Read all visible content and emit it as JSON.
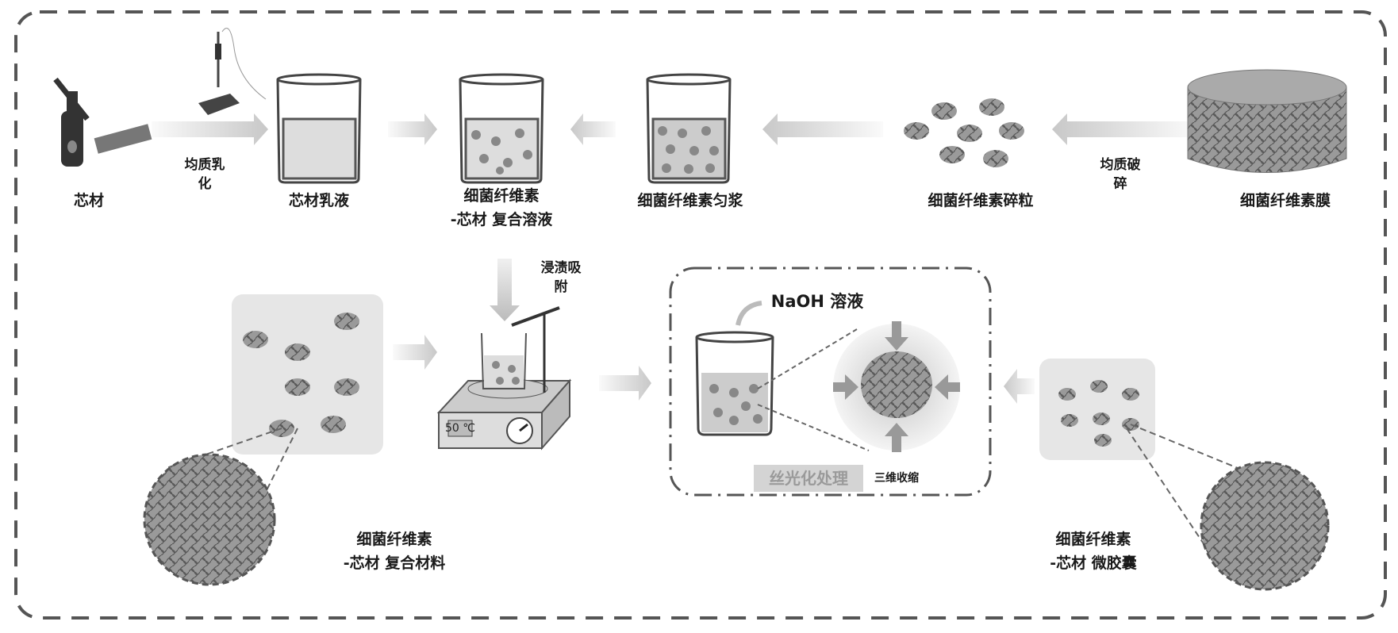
{
  "labels": {
    "core_material": "芯材",
    "homogenize_emulsify": [
      "均质乳",
      "化"
    ],
    "core_emulsion": "芯材乳液",
    "composite_solution": [
      "细菌纤维素",
      "-芯材 复合溶液"
    ],
    "bc_homogenate": "细菌纤维素匀浆",
    "bc_particles": "细菌纤维素碎粒",
    "homogenize_crush": [
      "均质破",
      "碎"
    ],
    "bc_membrane": "细菌纤维素膜",
    "impregnation_adsorption": [
      "浸渍吸",
      "附"
    ],
    "naoh_solution": "NaOH 溶液",
    "mercerization": "丝光化处理",
    "shrinkage_3d": "三维收缩",
    "composite_material": [
      "细菌纤维素",
      "-芯材 复合材料"
    ],
    "microcapsule": [
      "细菌纤维素",
      "-芯材 微胶囊"
    ],
    "hotplate_display": "50 ℃"
  },
  "colors": {
    "line": "#555555",
    "arrow": "#cfcfcf",
    "panel": "#e6e6e6",
    "fiber": "#7a7a7a"
  }
}
